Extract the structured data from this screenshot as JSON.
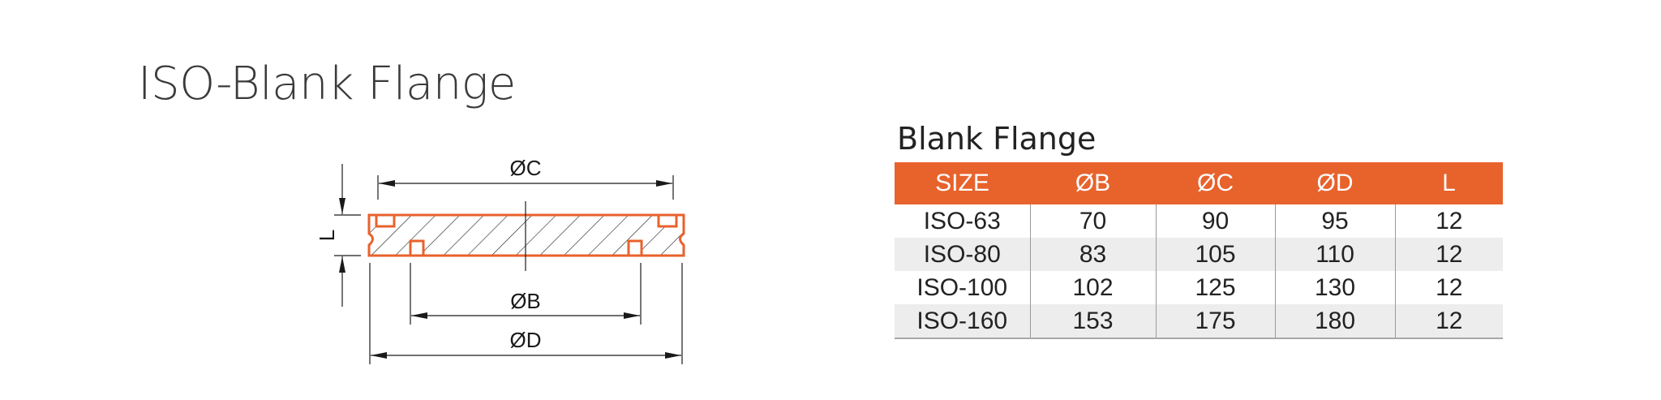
{
  "page": {
    "title": "ISO-Blank Flange"
  },
  "diagram": {
    "labels": {
      "c": "ØC",
      "b": "ØB",
      "d": "ØD",
      "l": "L"
    },
    "colors": {
      "outline": "#e8622c",
      "lines": "#1a1a1a"
    }
  },
  "table": {
    "title": "Blank Flange",
    "header_color": "#e8622c",
    "columns": [
      "SIZE",
      "ØB",
      "ØC",
      "ØD",
      "L"
    ],
    "rows": [
      [
        "ISO-63",
        "70",
        "90",
        "95",
        "12"
      ],
      [
        "ISO-80",
        "83",
        "105",
        "110",
        "12"
      ],
      [
        "ISO-100",
        "102",
        "125",
        "130",
        "12"
      ],
      [
        "ISO-160",
        "153",
        "175",
        "180",
        "12"
      ]
    ]
  }
}
